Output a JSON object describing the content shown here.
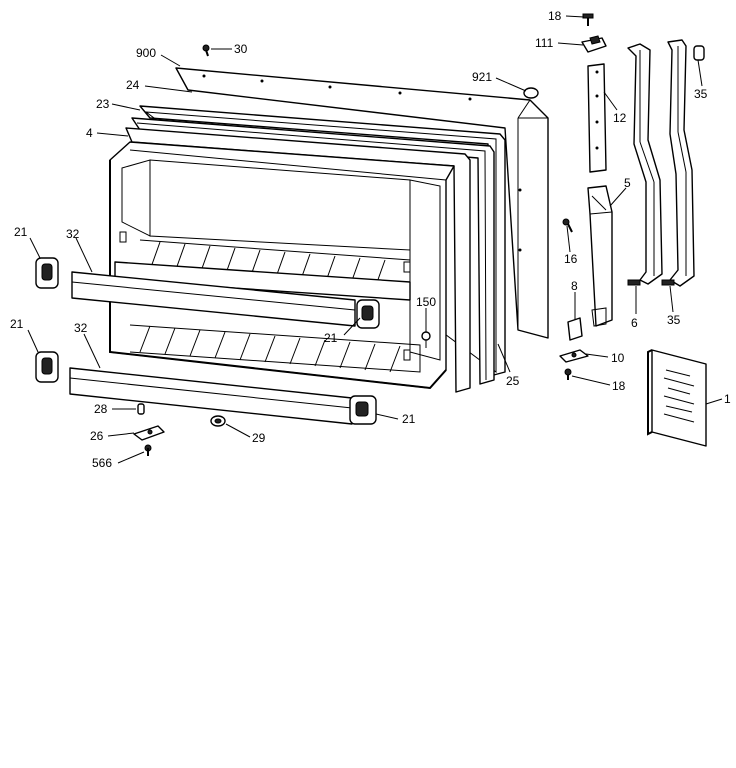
{
  "labels": {
    "p900": "900",
    "p30": "30",
    "p24": "24",
    "p23": "23",
    "p4": "4",
    "p921": "921",
    "p18_top": "18",
    "p111": "111",
    "p12": "12",
    "p35_top": "35",
    "p5": "5",
    "p16": "16",
    "p8": "8",
    "p6": "6",
    "p35_bottom": "35",
    "p21_left_top": "21",
    "p32_top": "32",
    "p21_left_bottom": "21",
    "p32_bottom": "32",
    "p150": "150",
    "p21_mid": "21",
    "p25": "25",
    "p10": "10",
    "p18_bottom": "18",
    "p1": "1",
    "p28": "28",
    "p26": "26",
    "p566": "566",
    "p29": "29",
    "p21_bottom_right": "21"
  },
  "icons": {
    "door-assembly": "refrigerator-door-exploded",
    "hinge-brackets": "hinge-bracket",
    "manual": "booklet"
  }
}
